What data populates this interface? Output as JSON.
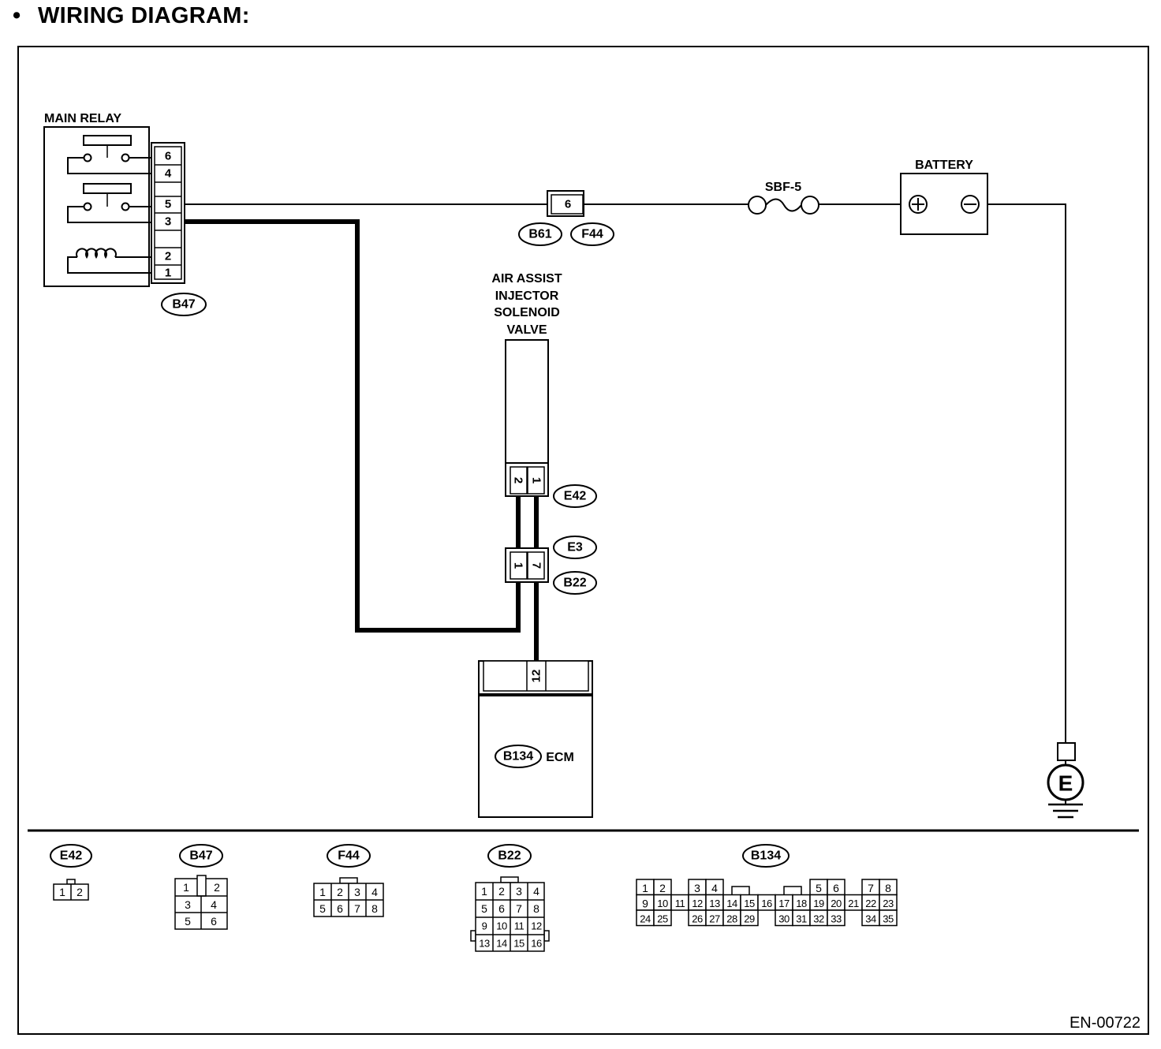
{
  "title": "WIRING DIAGRAM:",
  "bullet": "•",
  "doc_code": "EN-00722",
  "components": {
    "main_relay": "MAIN RELAY",
    "battery": "BATTERY",
    "fuse": "SBF-5",
    "valve_line1": "AIR ASSIST",
    "valve_line2": "INJECTOR",
    "valve_line3": "SOLENOID",
    "valve_line4": "VALVE",
    "ecm": "ECM",
    "ground": "E",
    "battery_plus": "⊕",
    "battery_minus": "⊖"
  },
  "connectors": {
    "b47": "B47",
    "b61": "B61",
    "f44": "F44",
    "e42": "E42",
    "e3": "E3",
    "b22": "B22",
    "b134": "B134"
  },
  "relay_terminals": [
    "6",
    "4",
    "5",
    "3",
    "2",
    "1"
  ],
  "pins": {
    "b61_f44": "6",
    "e42_left": "2",
    "e42_right": "1",
    "e3_left": "1",
    "e3_right": "7",
    "ecm": "12"
  },
  "legend": {
    "e42": {
      "label": "E42",
      "pins": [
        "1",
        "2"
      ]
    },
    "b47": {
      "label": "B47",
      "pins": [
        "1",
        "2",
        "3",
        "4",
        "5",
        "6"
      ]
    },
    "f44": {
      "label": "F44",
      "pins": [
        "1",
        "2",
        "3",
        "4",
        "5",
        "6",
        "7",
        "8"
      ]
    },
    "b22": {
      "label": "B22",
      "pins": [
        "1",
        "2",
        "3",
        "4",
        "5",
        "6",
        "7",
        "8",
        "9",
        "10",
        "11",
        "12",
        "13",
        "14",
        "15",
        "16"
      ]
    },
    "b134": {
      "label": "B134",
      "row1": [
        "1",
        "2",
        "",
        "3",
        "4",
        "",
        "",
        "",
        "",
        "",
        "5",
        "6",
        "",
        "7",
        "8"
      ],
      "row2": [
        "9",
        "10",
        "11",
        "12",
        "13",
        "14",
        "15",
        "16",
        "17",
        "18",
        "19",
        "20",
        "21",
        "22",
        "23"
      ],
      "row3": [
        "24",
        "25",
        "",
        "26",
        "27",
        "28",
        "29",
        "",
        "30",
        "31",
        "32",
        "33",
        "",
        "34",
        "35"
      ]
    }
  }
}
